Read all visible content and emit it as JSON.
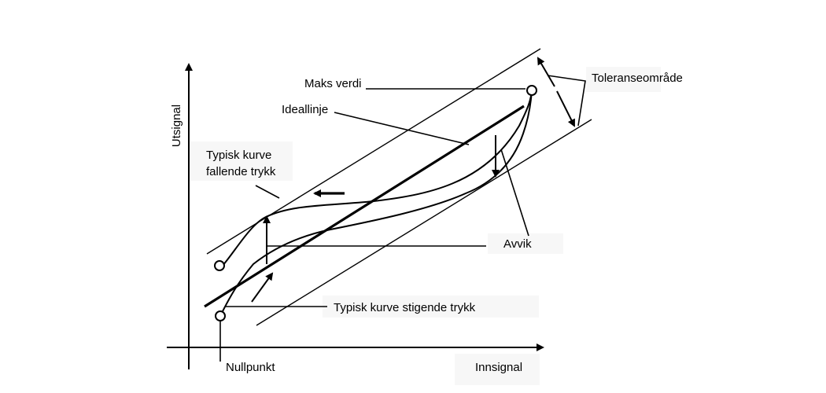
{
  "labels": {
    "y_axis": "Utsignal",
    "x_axis": "Innsignal",
    "max_value": "Maks verdi",
    "ideal_line": "Ideallinje",
    "tolerance": "Toleranseområde",
    "falling_curve_line1": "Typisk kurve",
    "falling_curve_line2": "fallende trykk",
    "deviation": "Avvik",
    "rising_curve": "Typisk kurve stigende trykk",
    "zero_point": "Nullpunkt"
  }
}
